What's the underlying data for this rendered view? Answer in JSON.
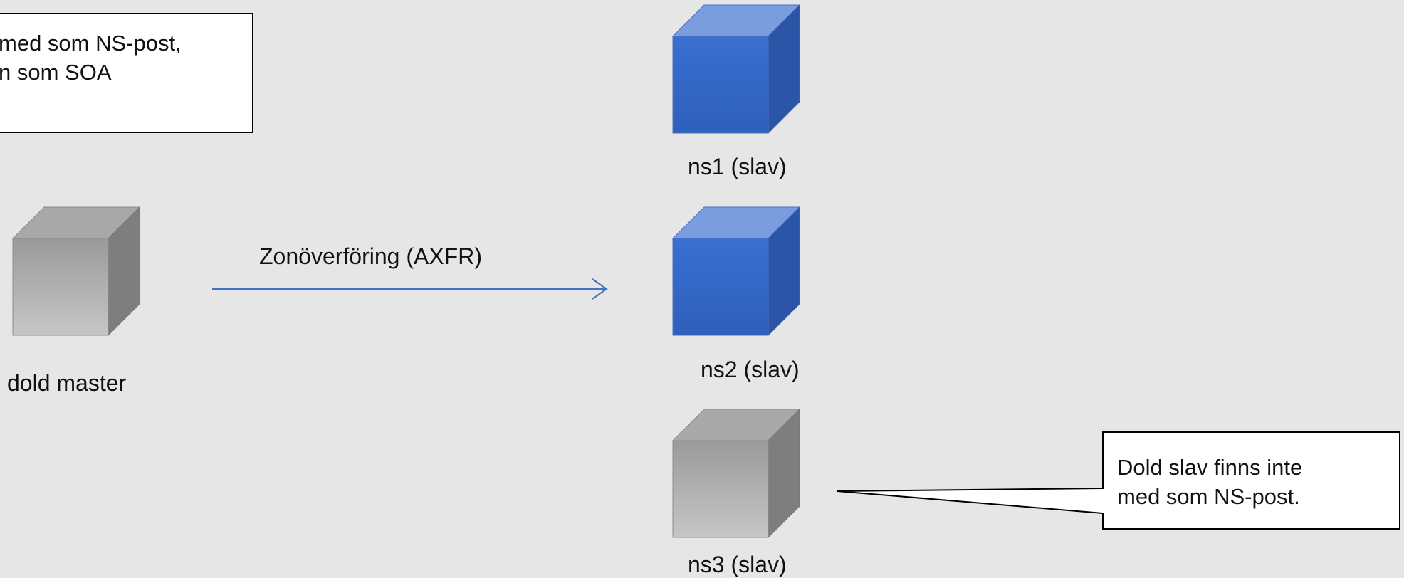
{
  "colors": {
    "background": "#e6e6e6",
    "arrow": "#4472c4",
    "blue_front_top": "#3a6fd0",
    "blue_front_bottom": "#2e5fbd",
    "blue_top": "#7a9de0",
    "blue_side": "#2c55a8",
    "gray_front_top": "#9a9a9a",
    "gray_front_bottom": "#c6c6c6",
    "gray_top": "#a8a8a8",
    "gray_side": "#7e7e7e"
  },
  "servers": [
    {
      "id": "dold-master",
      "label": "dold master",
      "color": "gray"
    },
    {
      "id": "ns1",
      "label": "ns1 (slav)",
      "color": "blue"
    },
    {
      "id": "ns2",
      "label": "ns2 (slav)",
      "color": "blue"
    },
    {
      "id": "ns3",
      "label": "ns3 (slav)",
      "color": "gray"
    }
  ],
  "arrow": {
    "label": "Zonöverföring (AXFR)"
  },
  "callouts": {
    "top_left": {
      "lines": [
        "med som NS-post,",
        "n som SOA"
      ]
    },
    "right": {
      "lines": [
        "Dold slav finns inte",
        "med som NS-post."
      ]
    }
  }
}
